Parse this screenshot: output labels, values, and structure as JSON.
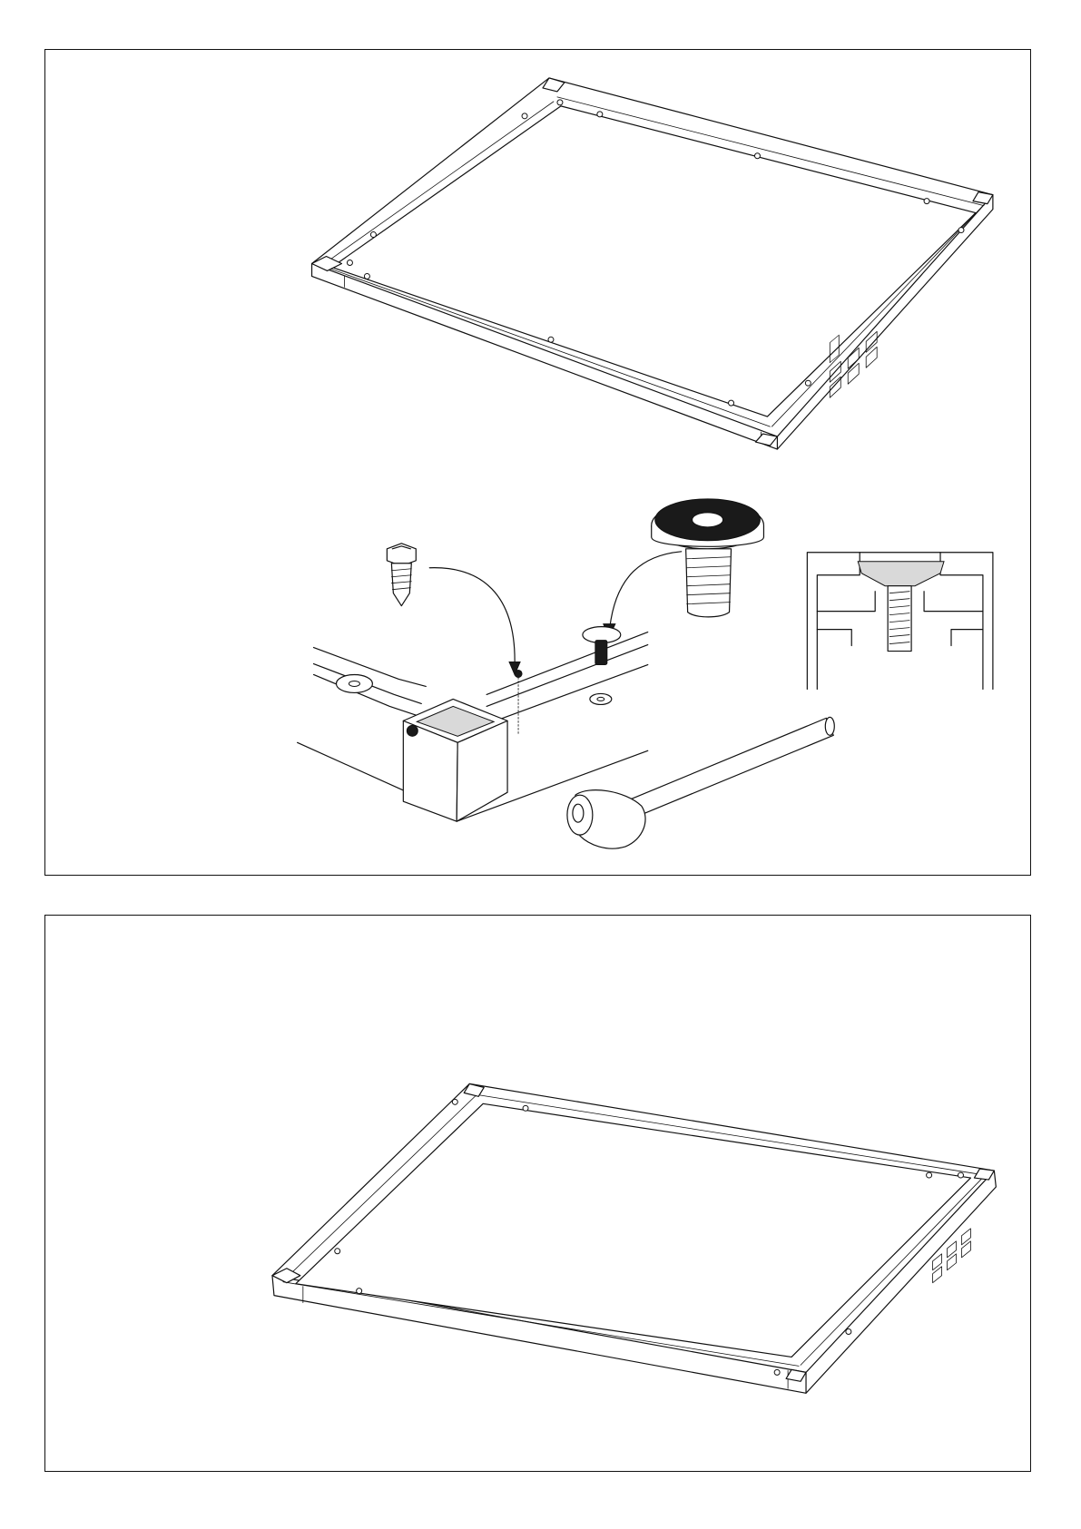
{
  "document": {
    "panels": [
      {
        "id": "panel-1",
        "content": "frame-assembly-with-foot-detail"
      },
      {
        "id": "panel-2",
        "content": "assembled-frame"
      }
    ],
    "icons": [
      "self-tapping-screw-icon",
      "adjustable-foot-icon",
      "rubber-mallet-icon",
      "profile-section-icon"
    ],
    "colors": {
      "line": "#111111",
      "background": "#ffffff",
      "foot-pad": "#1a1a1a"
    }
  }
}
